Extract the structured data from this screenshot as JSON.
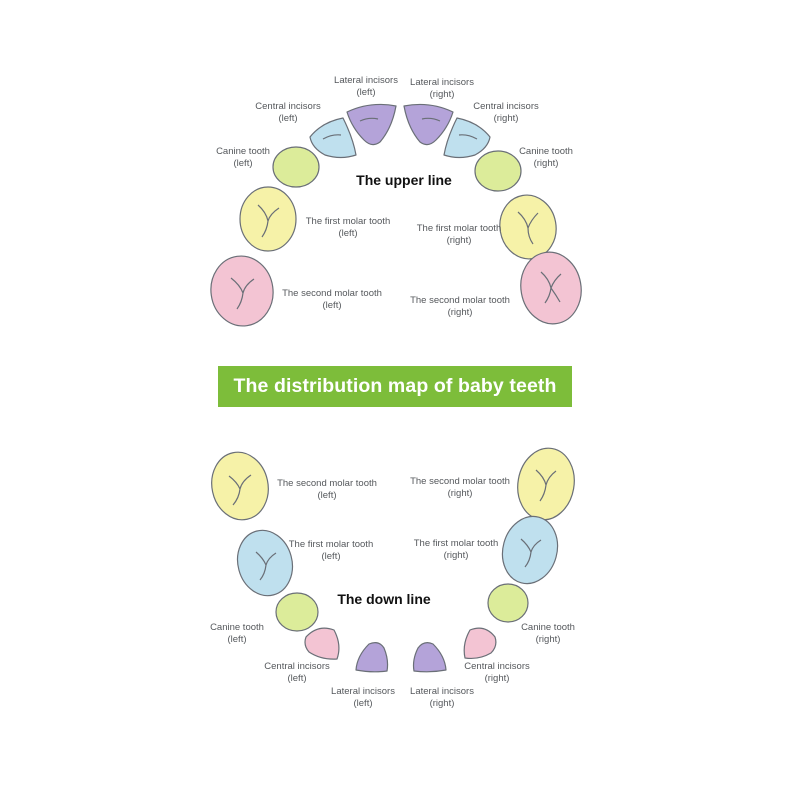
{
  "title": "The distribution map of baby teeth",
  "upper": {
    "heading": "The upper line",
    "lateral_left": {
      "name": "Lateral incisors",
      "side": "(left)"
    },
    "lateral_right": {
      "name": "Lateral incisors",
      "side": "(right)"
    },
    "central_left": {
      "name": "Central incisors",
      "side": "(left)"
    },
    "central_right": {
      "name": "Central incisors",
      "side": "(right)"
    },
    "canine_left": {
      "name": "Canine tooth",
      "side": "(left)"
    },
    "canine_right": {
      "name": "Canine tooth",
      "side": "(right)"
    },
    "first_left": {
      "name": "The first molar tooth",
      "side": "(left)"
    },
    "first_right": {
      "name": "The first molar tooth",
      "side": "(right)"
    },
    "second_left": {
      "name": "The second molar tooth",
      "side": "(left)"
    },
    "second_right": {
      "name": "The second molar tooth",
      "side": "(right)"
    }
  },
  "lower": {
    "heading": "The down line",
    "second_left": {
      "name": "The second molar tooth",
      "side": "(left)"
    },
    "second_right": {
      "name": "The second molar tooth",
      "side": "(right)"
    },
    "first_left": {
      "name": "The first molar tooth",
      "side": "(left)"
    },
    "first_right": {
      "name": "The first molar tooth",
      "side": "(right)"
    },
    "canine_left": {
      "name": "Canine tooth",
      "side": "(left)"
    },
    "canine_right": {
      "name": "Canine tooth",
      "side": "(right)"
    },
    "central_left": {
      "name": "Central incisors",
      "side": "(left)"
    },
    "central_right": {
      "name": "Central incisors",
      "side": "(right)"
    },
    "lateral_left": {
      "name": "Lateral incisors",
      "side": "(left)"
    },
    "lateral_right": {
      "name": "Lateral incisors",
      "side": "(right)"
    }
  },
  "colors": {
    "purple": "#b4a3d9",
    "blue": "#bfe0ee",
    "green": "#dcec9a",
    "yellow": "#f6f2a8",
    "pink": "#f3c4d3",
    "outline": "#6a6f77",
    "banner": "#7dbd3a"
  }
}
